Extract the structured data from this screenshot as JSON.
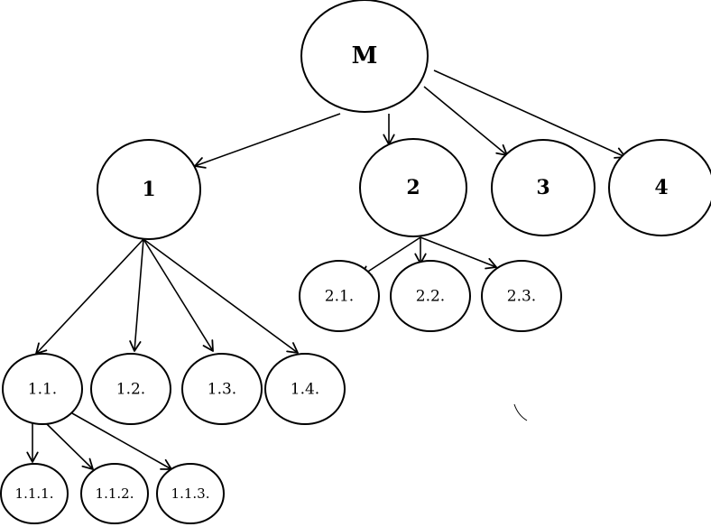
{
  "diagram": {
    "nodes": [
      {
        "id": "M",
        "label": "M",
        "level": "root"
      },
      {
        "id": "n1",
        "label": "1",
        "level": "l1"
      },
      {
        "id": "n2",
        "label": "2",
        "level": "l1"
      },
      {
        "id": "n3",
        "label": "3",
        "level": "l1"
      },
      {
        "id": "n4",
        "label": "4",
        "level": "l1"
      },
      {
        "id": "n11",
        "label": "1.1.",
        "level": "l2"
      },
      {
        "id": "n12",
        "label": "1.2.",
        "level": "l2"
      },
      {
        "id": "n13",
        "label": "1.3.",
        "level": "l2"
      },
      {
        "id": "n14",
        "label": "1.4.",
        "level": "l2"
      },
      {
        "id": "n21",
        "label": "2.1.",
        "level": "l2"
      },
      {
        "id": "n22",
        "label": "2.2.",
        "level": "l2"
      },
      {
        "id": "n23",
        "label": "2.3.",
        "level": "l2"
      },
      {
        "id": "n111",
        "label": "1.1.1.",
        "level": "l3"
      },
      {
        "id": "n112",
        "label": "1.1.2.",
        "level": "l3"
      },
      {
        "id": "n113",
        "label": "1.1.3.",
        "level": "l3"
      }
    ],
    "edges": [
      {
        "from": "M",
        "to": "n1"
      },
      {
        "from": "M",
        "to": "n2"
      },
      {
        "from": "M",
        "to": "n3"
      },
      {
        "from": "M",
        "to": "n4"
      },
      {
        "from": "n1",
        "to": "n11"
      },
      {
        "from": "n1",
        "to": "n12"
      },
      {
        "from": "n1",
        "to": "n13"
      },
      {
        "from": "n1",
        "to": "n14"
      },
      {
        "from": "n2",
        "to": "n21"
      },
      {
        "from": "n2",
        "to": "n22"
      },
      {
        "from": "n2",
        "to": "n23"
      },
      {
        "from": "n11",
        "to": "n111"
      },
      {
        "from": "n11",
        "to": "n112"
      },
      {
        "from": "n11",
        "to": "n113"
      }
    ]
  }
}
